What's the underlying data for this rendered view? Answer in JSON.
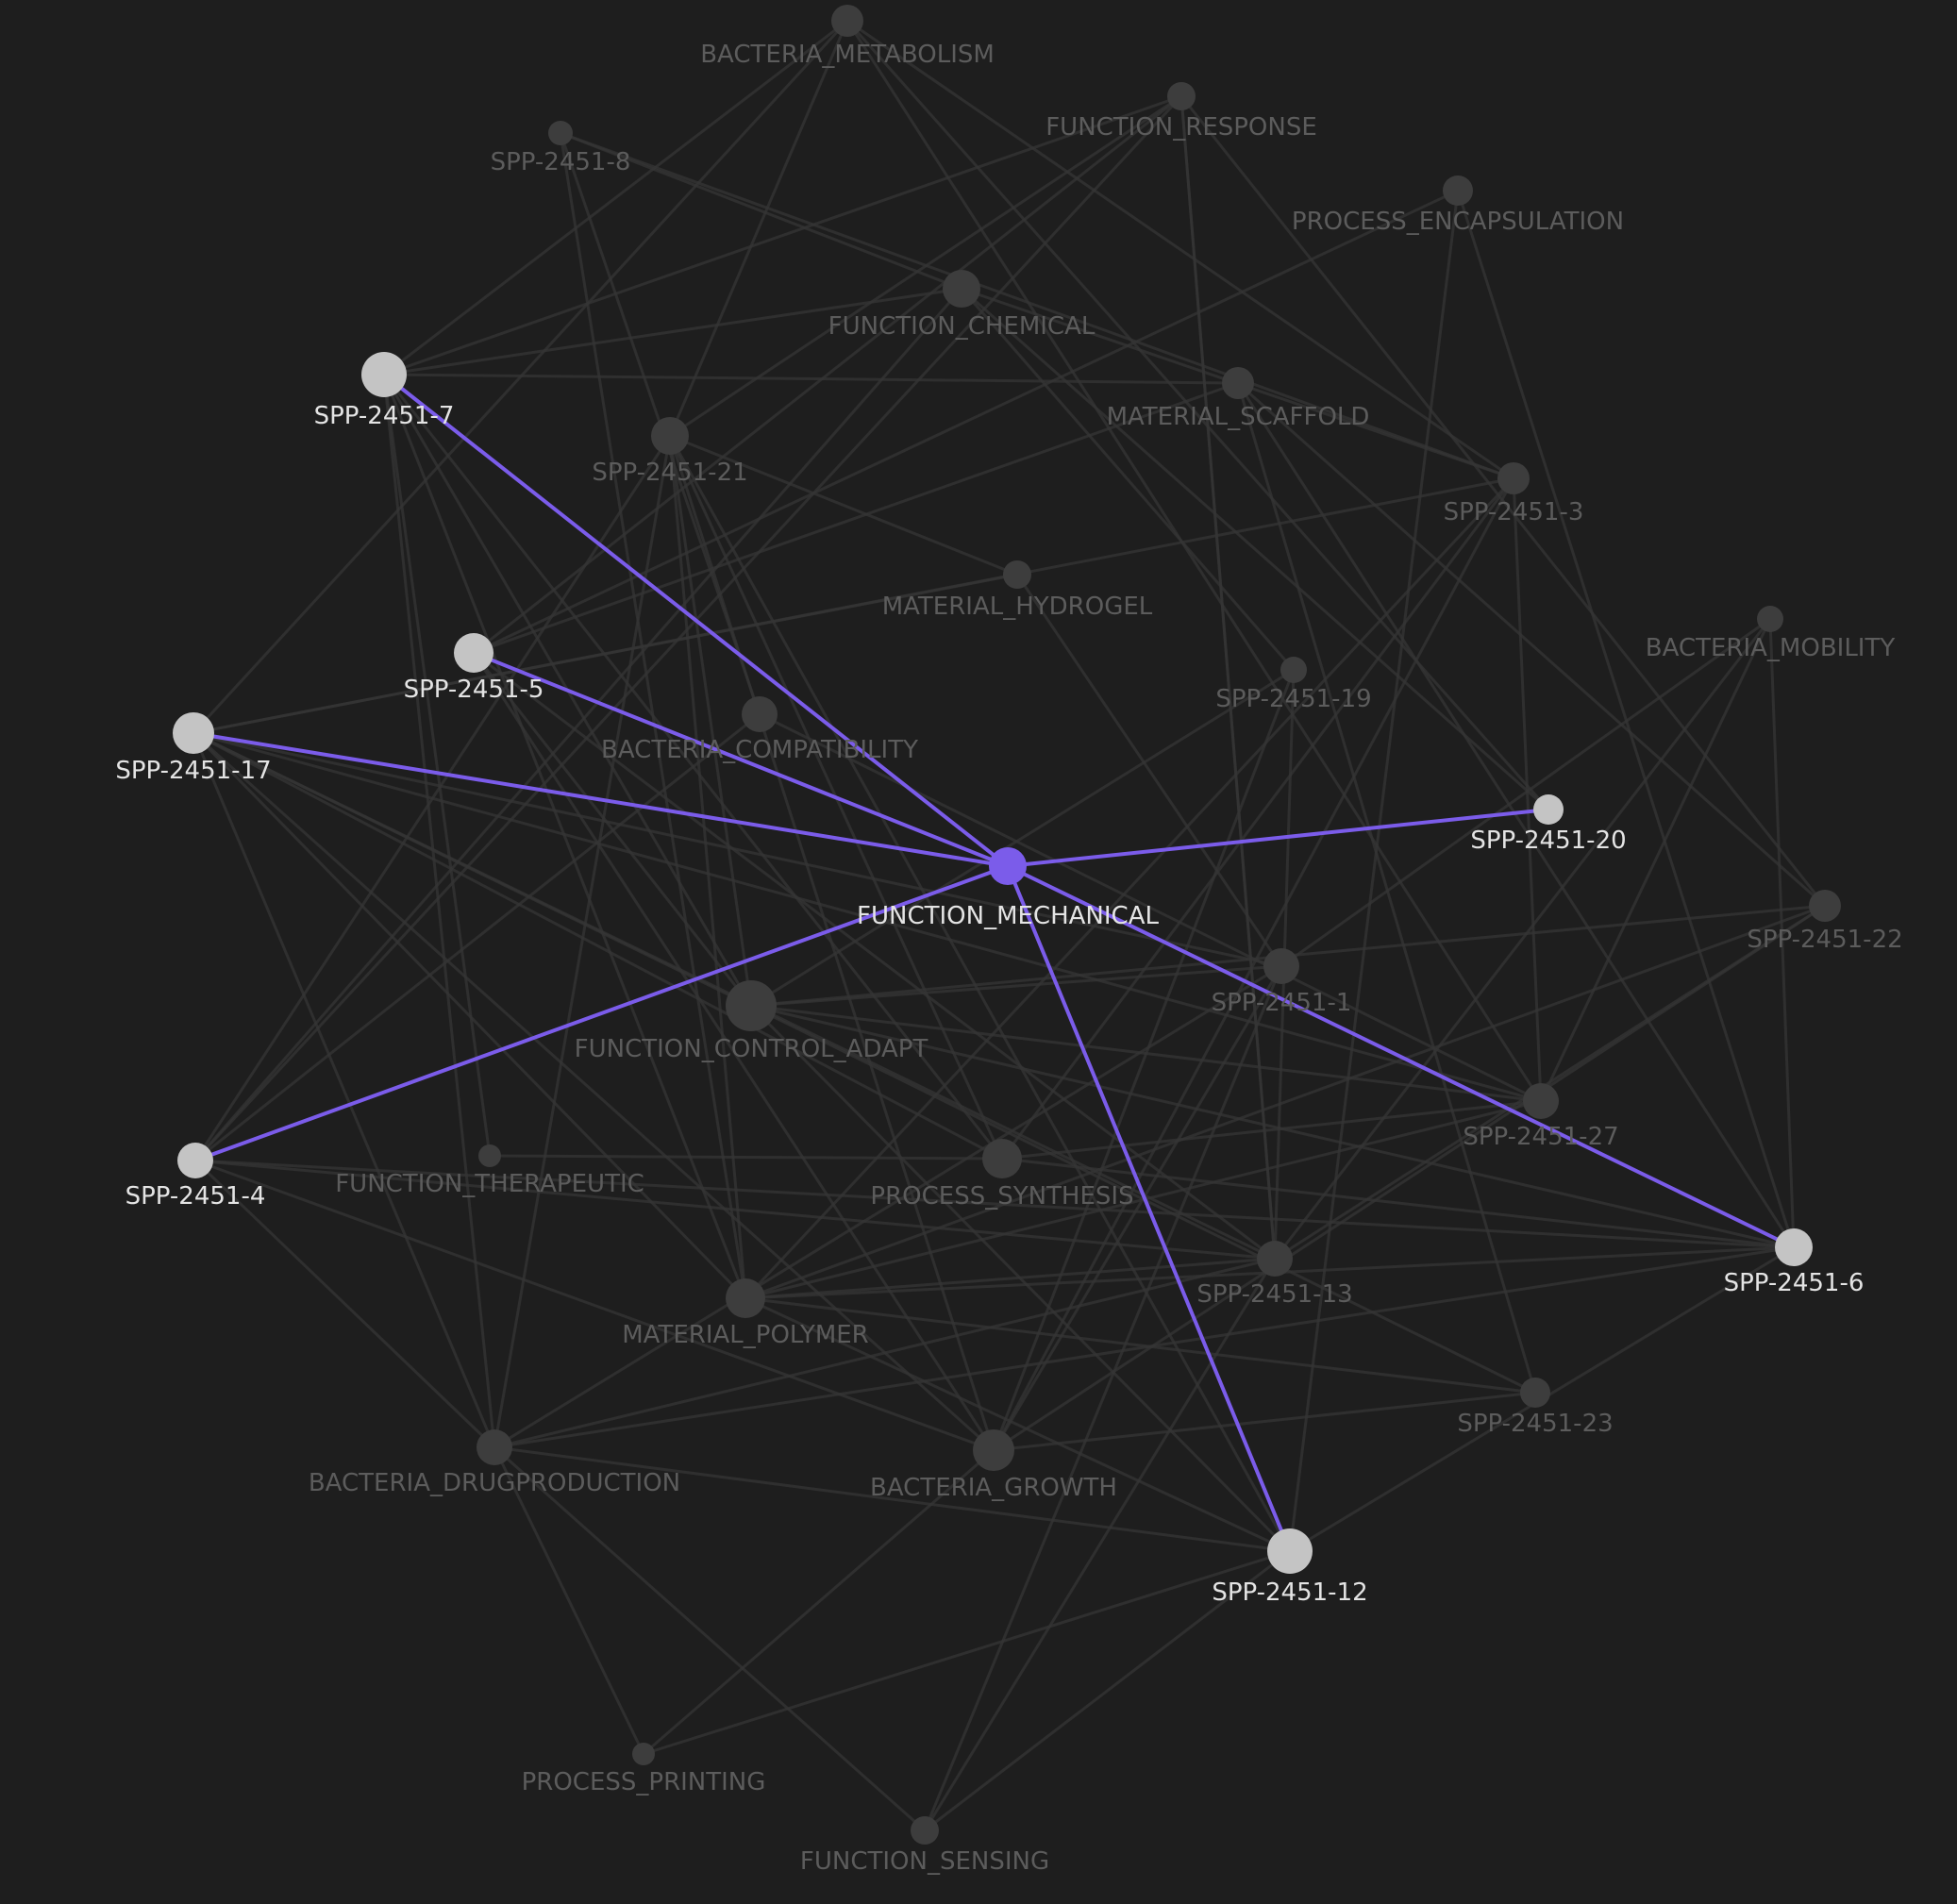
{
  "colors": {
    "background": "#1e1e1e",
    "edge_dim": "#363636",
    "edge_active": "#7b5cea",
    "node_dim": "#3d3d3d",
    "node_neighbor": "#c4c4c4",
    "node_active": "#7b5cea",
    "label_dim": "#5c5c5c",
    "label_bright": "#e4e4e4"
  },
  "graph": {
    "selected_node": "FUNCTION_MECHANICAL",
    "nodes": [
      {
        "id": "BACTERIA_METABOLISM",
        "label": "BACTERIA_METABOLISM",
        "state": "dim"
      },
      {
        "id": "FUNCTION_RESPONSE",
        "label": "FUNCTION_RESPONSE",
        "state": "dim"
      },
      {
        "id": "SPP-2451-8",
        "label": "SPP-2451-8",
        "state": "dim"
      },
      {
        "id": "PROCESS_ENCAPSULATION",
        "label": "PROCESS_ENCAPSULATION",
        "state": "dim"
      },
      {
        "id": "FUNCTION_CHEMICAL",
        "label": "FUNCTION_CHEMICAL",
        "state": "dim"
      },
      {
        "id": "SPP-2451-7",
        "label": "SPP-2451-7",
        "state": "neighbor"
      },
      {
        "id": "MATERIAL_SCAFFOLD",
        "label": "MATERIAL_SCAFFOLD",
        "state": "dim"
      },
      {
        "id": "SPP-2451-21",
        "label": "SPP-2451-21",
        "state": "dim"
      },
      {
        "id": "SPP-2451-3",
        "label": "SPP-2451-3",
        "state": "dim"
      },
      {
        "id": "MATERIAL_HYDROGEL",
        "label": "MATERIAL_HYDROGEL",
        "state": "dim"
      },
      {
        "id": "BACTERIA_MOBILITY",
        "label": "BACTERIA_MOBILITY",
        "state": "dim"
      },
      {
        "id": "SPP-2451-5",
        "label": "SPP-2451-5",
        "state": "neighbor"
      },
      {
        "id": "SPP-2451-19",
        "label": "SPP-2451-19",
        "state": "dim"
      },
      {
        "id": "SPP-2451-17",
        "label": "SPP-2451-17",
        "state": "neighbor"
      },
      {
        "id": "BACTERIA_COMPATIBILITY",
        "label": "BACTERIA_COMPATIBILITY",
        "state": "dim"
      },
      {
        "id": "SPP-2451-20",
        "label": "SPP-2451-20",
        "state": "neighbor"
      },
      {
        "id": "FUNCTION_MECHANICAL",
        "label": "FUNCTION_MECHANICAL",
        "state": "active"
      },
      {
        "id": "SPP-2451-22",
        "label": "SPP-2451-22",
        "state": "dim"
      },
      {
        "id": "SPP-2451-1",
        "label": "SPP-2451-1",
        "state": "dim"
      },
      {
        "id": "FUNCTION_CONTROL_ADAPT",
        "label": "FUNCTION_CONTROL_ADAPT",
        "state": "dim"
      },
      {
        "id": "SPP-2451-27",
        "label": "SPP-2451-27",
        "state": "dim"
      },
      {
        "id": "SPP-2451-6",
        "label": "SPP-2451-6",
        "state": "neighbor"
      },
      {
        "id": "SPP-2451-4",
        "label": "SPP-2451-4",
        "state": "neighbor"
      },
      {
        "id": "FUNCTION_THERAPEUTIC",
        "label": "FUNCTION_THERAPEUTIC",
        "state": "dim"
      },
      {
        "id": "PROCESS_SYNTHESIS",
        "label": "PROCESS_SYNTHESIS",
        "state": "dim"
      },
      {
        "id": "SPP-2451-13",
        "label": "SPP-2451-13",
        "state": "dim"
      },
      {
        "id": "MATERIAL_POLYMER",
        "label": "MATERIAL_POLYMER",
        "state": "dim"
      },
      {
        "id": "SPP-2451-23",
        "label": "SPP-2451-23",
        "state": "dim"
      },
      {
        "id": "BACTERIA_DRUGPRODUCTION",
        "label": "BACTERIA_DRUGPRODUCTION",
        "state": "dim"
      },
      {
        "id": "BACTERIA_GROWTH",
        "label": "BACTERIA_GROWTH",
        "state": "dim"
      },
      {
        "id": "SPP-2451-12",
        "label": "SPP-2451-12",
        "state": "neighbor"
      },
      {
        "id": "PROCESS_PRINTING",
        "label": "PROCESS_PRINTING",
        "state": "dim"
      },
      {
        "id": "FUNCTION_SENSING",
        "label": "FUNCTION_SENSING",
        "state": "dim"
      }
    ],
    "edges": [
      [
        "FUNCTION_MECHANICAL",
        "SPP-2451-7"
      ],
      [
        "FUNCTION_MECHANICAL",
        "SPP-2451-5"
      ],
      [
        "FUNCTION_MECHANICAL",
        "SPP-2451-17"
      ],
      [
        "FUNCTION_MECHANICAL",
        "SPP-2451-20"
      ],
      [
        "FUNCTION_MECHANICAL",
        "SPP-2451-4"
      ],
      [
        "FUNCTION_MECHANICAL",
        "SPP-2451-6"
      ],
      [
        "FUNCTION_MECHANICAL",
        "SPP-2451-12"
      ],
      [
        "SPP-2451-7",
        "BACTERIA_METABOLISM"
      ],
      [
        "SPP-2451-7",
        "FUNCTION_CHEMICAL"
      ],
      [
        "SPP-2451-7",
        "MATERIAL_SCAFFOLD"
      ],
      [
        "SPP-2451-7",
        "FUNCTION_RESPONSE"
      ],
      [
        "SPP-2451-7",
        "FUNCTION_CONTROL_ADAPT"
      ],
      [
        "SPP-2451-7",
        "MATERIAL_POLYMER"
      ],
      [
        "SPP-2451-7",
        "FUNCTION_THERAPEUTIC"
      ],
      [
        "SPP-2451-7",
        "BACTERIA_DRUGPRODUCTION"
      ],
      [
        "SPP-2451-7",
        "PROCESS_SYNTHESIS"
      ],
      [
        "SPP-2451-8",
        "FUNCTION_CHEMICAL"
      ],
      [
        "SPP-2451-8",
        "MATERIAL_POLYMER"
      ],
      [
        "SPP-2451-8",
        "BACTERIA_COMPATIBILITY"
      ],
      [
        "SPP-2451-21",
        "BACTERIA_METABOLISM"
      ],
      [
        "SPP-2451-21",
        "FUNCTION_RESPONSE"
      ],
      [
        "SPP-2451-21",
        "MATERIAL_HYDROGEL"
      ],
      [
        "SPP-2451-21",
        "MATERIAL_POLYMER"
      ],
      [
        "SPP-2451-21",
        "BACTERIA_DRUGPRODUCTION"
      ],
      [
        "SPP-2451-21",
        "FUNCTION_CONTROL_ADAPT"
      ],
      [
        "SPP-2451-21",
        "BACTERIA_GROWTH"
      ],
      [
        "SPP-2451-21",
        "PROCESS_SYNTHESIS"
      ],
      [
        "SPP-2451-3",
        "FUNCTION_CHEMICAL"
      ],
      [
        "SPP-2451-3",
        "BACTERIA_METABOLISM"
      ],
      [
        "SPP-2451-3",
        "SPP-2451-17"
      ],
      [
        "SPP-2451-3",
        "BACTERIA_GROWTH"
      ],
      [
        "SPP-2451-3",
        "PROCESS_SYNTHESIS"
      ],
      [
        "SPP-2451-3",
        "MATERIAL_POLYMER"
      ],
      [
        "SPP-2451-5",
        "PROCESS_ENCAPSULATION"
      ],
      [
        "SPP-2451-5",
        "FUNCTION_RESPONSE"
      ],
      [
        "SPP-2451-5",
        "FUNCTION_CONTROL_ADAPT"
      ],
      [
        "SPP-2451-5",
        "SPP-2451-13"
      ],
      [
        "SPP-2451-5",
        "BACTERIA_GROWTH"
      ],
      [
        "SPP-2451-5",
        "MATERIAL_SCAFFOLD"
      ],
      [
        "SPP-2451-17",
        "BACTERIA_METABOLISM"
      ],
      [
        "SPP-2451-17",
        "MATERIAL_HYDROGEL"
      ],
      [
        "SPP-2451-17",
        "FUNCTION_CONTROL_ADAPT"
      ],
      [
        "SPP-2451-17",
        "MATERIAL_POLYMER"
      ],
      [
        "SPP-2451-17",
        "BACTERIA_DRUGPRODUCTION"
      ],
      [
        "SPP-2451-17",
        "SPP-2451-13"
      ],
      [
        "SPP-2451-17",
        "PROCESS_SYNTHESIS"
      ],
      [
        "SPP-2451-17",
        "BACTERIA_GROWTH"
      ],
      [
        "SPP-2451-19",
        "FUNCTION_CHEMICAL"
      ],
      [
        "SPP-2451-19",
        "BACTERIA_GROWTH"
      ],
      [
        "SPP-2451-19",
        "FUNCTION_CONTROL_ADAPT"
      ],
      [
        "SPP-2451-20",
        "FUNCTION_CHEMICAL"
      ],
      [
        "SPP-2451-20",
        "BACTERIA_METABOLISM"
      ],
      [
        "SPP-2451-22",
        "FUNCTION_RESPONSE"
      ],
      [
        "SPP-2451-22",
        "MATERIAL_POLYMER"
      ],
      [
        "SPP-2451-22",
        "FUNCTION_CONTROL_ADAPT"
      ],
      [
        "SPP-2451-22",
        "MATERIAL_SCAFFOLD"
      ],
      [
        "SPP-2451-1",
        "MATERIAL_HYDROGEL"
      ],
      [
        "SPP-2451-1",
        "BACTERIA_GROWTH"
      ],
      [
        "SPP-2451-1",
        "FUNCTION_CONTROL_ADAPT"
      ],
      [
        "SPP-2451-1",
        "BACTERIA_MOBILITY"
      ],
      [
        "SPP-2451-1",
        "SPP-2451-17"
      ],
      [
        "SPP-2451-1",
        "BACTERIA_DRUGPRODUCTION"
      ],
      [
        "SPP-2451-27",
        "BACTERIA_MOBILITY"
      ],
      [
        "SPP-2451-27",
        "BACTERIA_METABOLISM"
      ],
      [
        "SPP-2451-27",
        "FUNCTION_CONTROL_ADAPT"
      ],
      [
        "SPP-2451-27",
        "PROCESS_SYNTHESIS"
      ],
      [
        "SPP-2451-27",
        "MATERIAL_POLYMER"
      ],
      [
        "SPP-2451-6",
        "BACTERIA_MOBILITY"
      ],
      [
        "SPP-2451-6",
        "PROCESS_ENCAPSULATION"
      ],
      [
        "SPP-2451-6",
        "MATERIAL_SCAFFOLD"
      ],
      [
        "SPP-2451-6",
        "FUNCTION_CONTROL_ADAPT"
      ],
      [
        "SPP-2451-6",
        "MATERIAL_POLYMER"
      ],
      [
        "SPP-2451-6",
        "PROCESS_SYNTHESIS"
      ],
      [
        "SPP-2451-4",
        "FUNCTION_CHEMICAL"
      ],
      [
        "SPP-2451-4",
        "BACTERIA_COMPATIBILITY"
      ],
      [
        "SPP-2451-4",
        "BACTERIA_DRUGPRODUCTION"
      ],
      [
        "SPP-2451-4",
        "BACTERIA_GROWTH"
      ],
      [
        "SPP-2451-4",
        "SPP-2451-13"
      ],
      [
        "SPP-2451-4",
        "SPP-2451-21"
      ],
      [
        "SPP-2451-13",
        "FUNCTION_RESPONSE"
      ],
      [
        "SPP-2451-13",
        "BACTERIA_MOBILITY"
      ],
      [
        "SPP-2451-13",
        "MATERIAL_POLYMER"
      ],
      [
        "SPP-2451-13",
        "BACTERIA_DRUGPRODUCTION"
      ],
      [
        "SPP-2451-13",
        "FUNCTION_SENSING"
      ],
      [
        "SPP-2451-13",
        "SPP-2451-22"
      ],
      [
        "SPP-2451-23",
        "MATERIAL_SCAFFOLD"
      ],
      [
        "SPP-2451-23",
        "FUNCTION_CONTROL_ADAPT"
      ],
      [
        "SPP-2451-23",
        "BACTERIA_GROWTH"
      ],
      [
        "SPP-2451-23",
        "MATERIAL_POLYMER"
      ],
      [
        "SPP-2451-12",
        "BACTERIA_DRUGPRODUCTION"
      ],
      [
        "SPP-2451-12",
        "MATERIAL_POLYMER"
      ],
      [
        "SPP-2451-12",
        "PROCESS_PRINTING"
      ],
      [
        "SPP-2451-12",
        "FUNCTION_SENSING"
      ],
      [
        "SPP-2451-12",
        "PROCESS_ENCAPSULATION"
      ],
      [
        "SPP-2451-12",
        "FUNCTION_CONTROL_ADAPT"
      ],
      [
        "SPP-2451-12",
        "SPP-2451-21"
      ],
      [
        "SPP-2451-12",
        "SPP-2451-6"
      ],
      [
        "BACTERIA_DRUGPRODUCTION",
        "PROCESS_PRINTING"
      ],
      [
        "BACTERIA_DRUGPRODUCTION",
        "FUNCTION_SENSING"
      ],
      [
        "BACTERIA_DRUGPRODUCTION",
        "SPP-2451-6"
      ],
      [
        "BACTERIA_GROWTH",
        "PROCESS_PRINTING"
      ],
      [
        "BACTERIA_GROWTH",
        "SPP-2451-22"
      ],
      [
        "FUNCTION_THERAPEUTIC",
        "PROCESS_SYNTHESIS"
      ],
      [
        "SPP-2451-4",
        "SPP-2451-6"
      ],
      [
        "SPP-2451-17",
        "SPP-2451-27"
      ],
      [
        "SPP-2451-4",
        "FUNCTION_RESPONSE"
      ],
      [
        "SPP-2451-27",
        "SPP-2451-3"
      ],
      [
        "SPP-2451-3",
        "SPP-2451-8"
      ],
      [
        "SPP-2451-19",
        "SPP-2451-13"
      ],
      [
        "FUNCTION_SENSING",
        "SPP-2451-1"
      ],
      [
        "FUNCTION_RESPONSE",
        "SPP-2451-13"
      ],
      [
        "BACTERIA_COMPATIBILITY",
        "SPP-2451-27"
      ]
    ]
  }
}
